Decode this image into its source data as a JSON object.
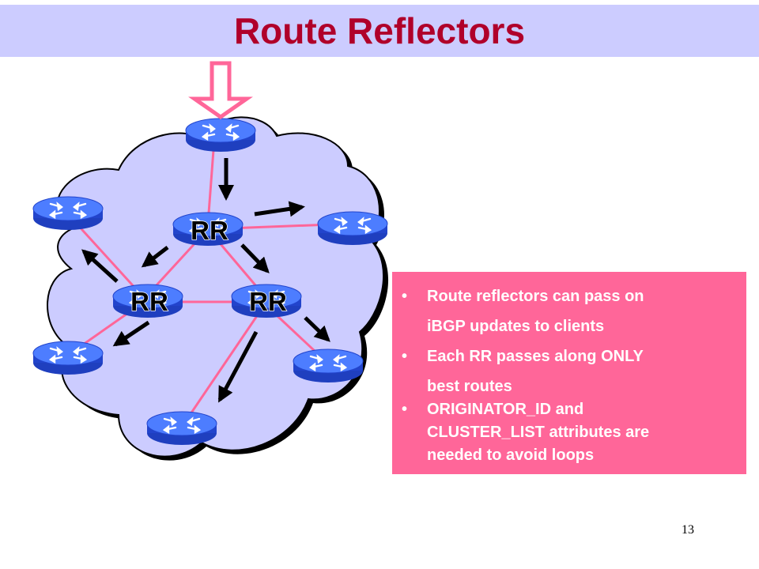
{
  "slide": {
    "title": "Route Reflectors",
    "title_color": "#b0002a",
    "title_bar_color": "#ccccff",
    "page_number": "13"
  },
  "diagram": {
    "cloud_color": "#ccccff",
    "router_color": "#3366ff",
    "link_color": "#ff6699",
    "arrow_color": "#000000",
    "ingress_arrow_color": "#ff6699",
    "reflector_label": "RR",
    "reflectors": [
      {
        "id": "rr-top",
        "label": "RR"
      },
      {
        "id": "rr-left",
        "label": "RR"
      },
      {
        "id": "rr-right",
        "label": "RR"
      }
    ],
    "clients": [
      {
        "id": "top"
      },
      {
        "id": "upper-left"
      },
      {
        "id": "upper-right"
      },
      {
        "id": "lower-left"
      },
      {
        "id": "bottom"
      },
      {
        "id": "lower-right"
      }
    ],
    "router_icon": "router-icon"
  },
  "info_box": {
    "background": "#ff6699",
    "bullet_symbol": "•",
    "bullets": [
      {
        "line1": "Route reflectors can pass on",
        "line2": "iBGP updates to clients"
      },
      {
        "line1": "Each RR passes along ONLY",
        "line2": "best routes"
      },
      {
        "line1": "ORIGINATOR_ID and",
        "line2": "CLUSTER_LIST attributes are",
        "line3": "needed to avoid loops"
      }
    ]
  }
}
